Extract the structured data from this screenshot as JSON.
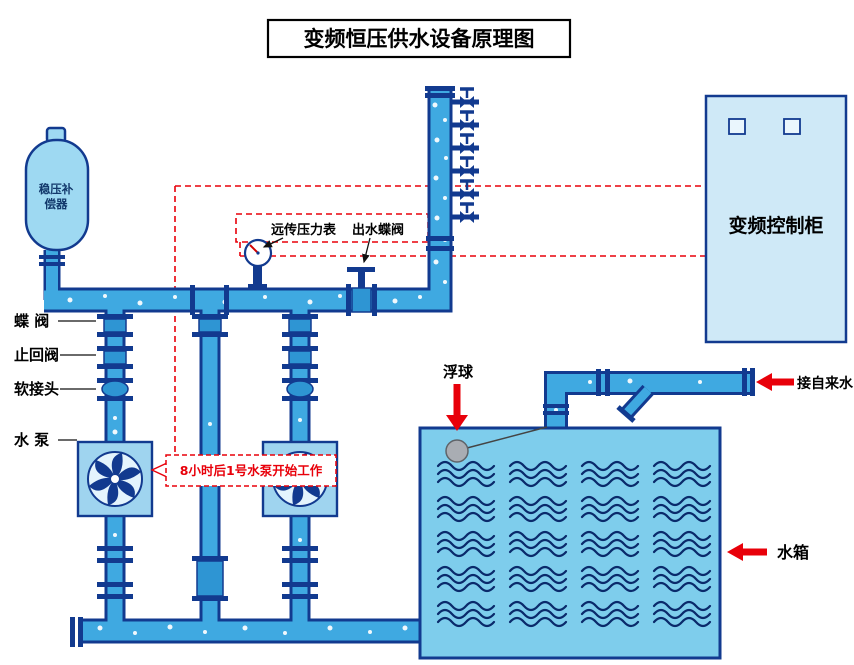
{
  "title": "变频恒压供水设备原理图",
  "labels": {
    "compensator": {
      "line1": "稳压补",
      "line2": "偿器"
    },
    "remote_gauge": "远传压力表",
    "outlet_valve": "出水蝶阀",
    "cabinet": "变频控制柜",
    "butterfly_valve": "蝶 阀",
    "check_valve": "止回阀",
    "soft_joint": "软接头",
    "pump": "水 泵",
    "float_ball": "浮球",
    "tap_water": "接自来水",
    "water_tank": "水箱",
    "callout": "8小时后1号水泵开始工作"
  },
  "colors": {
    "pipe": "#3fa9e1",
    "pipe_dark": "#123a8f",
    "tank_fill": "#7ecdec",
    "cabinet_fill": "#cfe9f7",
    "red": "#e8000a",
    "wave": "#0a2a6b",
    "float": "#a9adb3"
  }
}
